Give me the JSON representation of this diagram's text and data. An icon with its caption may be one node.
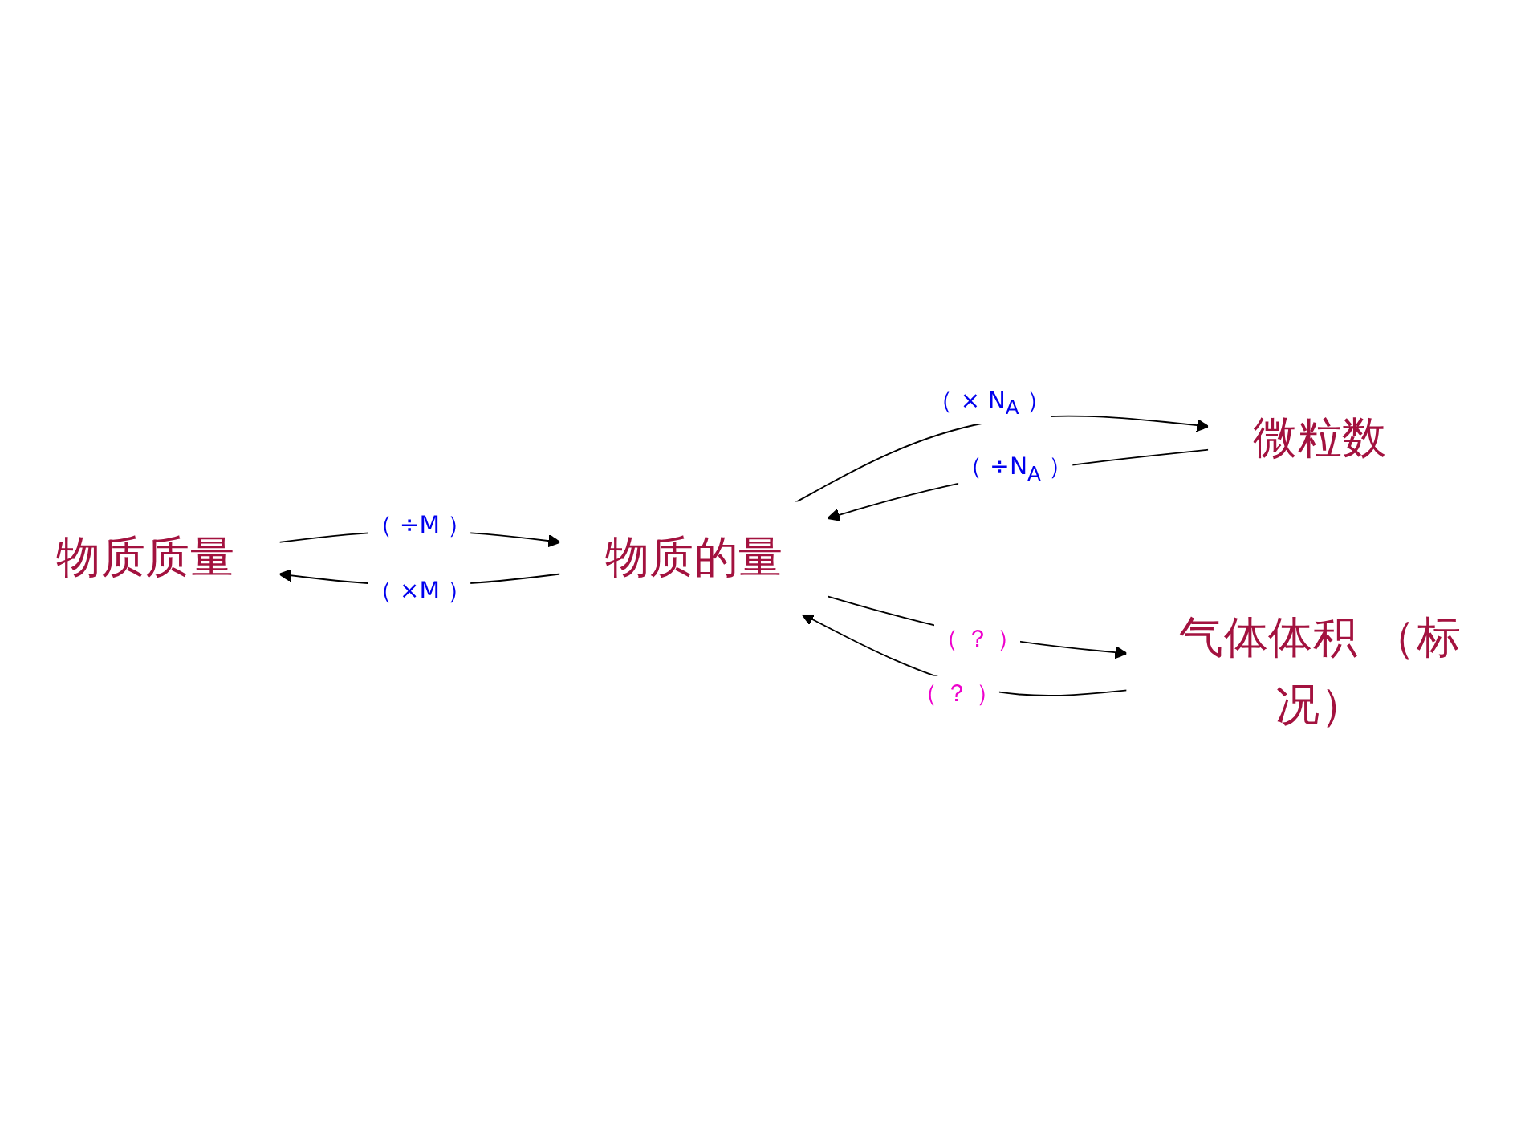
{
  "diagram": {
    "nodes": [
      {
        "text": [
          "物质质量"
        ]
      },
      {
        "text": [
          "物质的量"
        ]
      },
      {
        "text": [
          "微粒数"
        ]
      },
      {
        "text": [
          "气体体积 （标况）"
        ]
      }
    ],
    "edges": [
      {
        "from": 0,
        "to": 1,
        "arrow": "to",
        "label": "（ ÷M ）"
      },
      {
        "from": 1,
        "to": 0,
        "arrow": "to",
        "label": "（ ×M ）"
      },
      {
        "from": 1,
        "to": 2,
        "arrow": "to",
        "label": "（ × N$_{A}$ ）"
      },
      {
        "from": 2,
        "to": 1,
        "arrow": "to",
        "label": "（ ÷N$_{A}$ ）"
      },
      {
        "from": 3,
        "to": 1,
        "arrow": "to",
        "label": "（ ？ ）"
      },
      {
        "from": 1,
        "to": 3,
        "arrow": "to",
        "label": "（ ？ ）"
      }
    ]
  }
}
